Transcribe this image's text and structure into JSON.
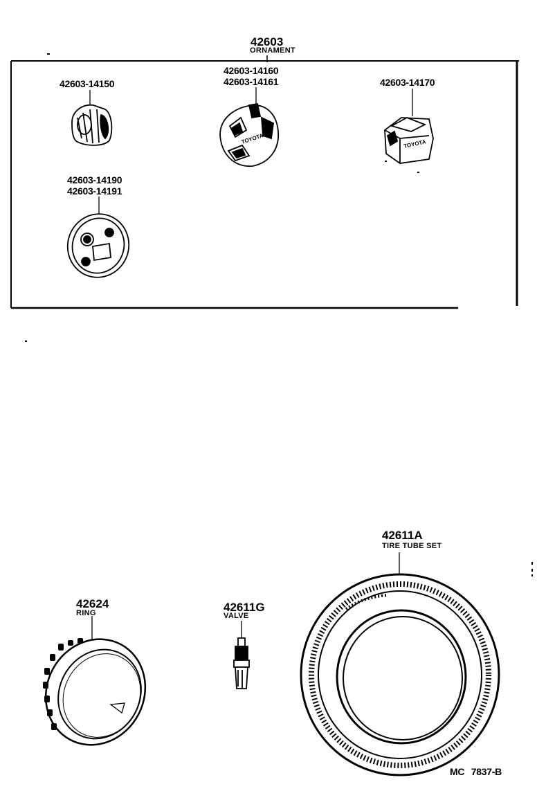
{
  "ornament_group": {
    "number": "42603",
    "name": "ORNAMENT",
    "parts": [
      {
        "lines": [
          "42603-14150"
        ]
      },
      {
        "lines": [
          "42603-14160",
          "42603-14161"
        ]
      },
      {
        "lines": [
          "42603-14170"
        ]
      },
      {
        "lines": [
          "42603-14190",
          "42603-14191"
        ]
      }
    ]
  },
  "tire_tube_set": {
    "number": "42611A",
    "name": "TIRE TUBE SET"
  },
  "ring": {
    "number": "42624",
    "name": "RING"
  },
  "valve": {
    "number": "42611G",
    "name": "VALVE"
  },
  "embossed_text": "TOYOTA",
  "footer_code": "MC 7837-B"
}
